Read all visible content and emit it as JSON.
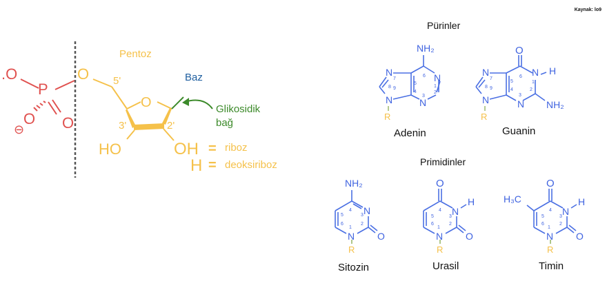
{
  "source": "Kaynak: lo9",
  "nucleotide": {
    "phosphate": {
      "atoms": [
        "O",
        "P",
        "O",
        "O"
      ],
      "charges": [
        "⊖"
      ],
      "left_label": ".O"
    },
    "pentose": {
      "title": "Pentoz",
      "ring_oxygen": "O",
      "linker_oxygen": "O",
      "positions": [
        "5'",
        "3'",
        "2'"
      ],
      "ho_label": "HO",
      "oh_label": "OH",
      "h_label": "H",
      "equals": "=",
      "ribose": "riboz",
      "deoxyribose": "deoksiriboz"
    },
    "base_label": "Baz",
    "glycosidic_bond": {
      "line1": "Glikosidik",
      "line2": "bağ"
    }
  },
  "purines": {
    "title": "Pürinler",
    "molecules": [
      {
        "name": "Adenin",
        "substituent": "NH₂",
        "ring_numbers": [
          "1",
          "2",
          "3",
          "4",
          "5",
          "6",
          "7",
          "8",
          "9"
        ],
        "atoms": [
          "N",
          "N",
          "N",
          "N",
          "N"
        ],
        "r": "R"
      },
      {
        "name": "Guanin",
        "substituent": "O",
        "extra": [
          "H",
          "NH₂"
        ],
        "ring_numbers": [
          "1",
          "2",
          "3",
          "4",
          "5",
          "6",
          "7",
          "8",
          "9"
        ],
        "atoms": [
          "N",
          "N",
          "N",
          "N",
          "N"
        ],
        "r": "R"
      }
    ]
  },
  "pyrimidines": {
    "title": "Primidinler",
    "molecules": [
      {
        "name": "Sitozin",
        "top": "NH₂",
        "right_o": "O",
        "ring_numbers": [
          "1",
          "2",
          "3",
          "4",
          "5",
          "6"
        ],
        "r": "R"
      },
      {
        "name": "Urasil",
        "top": "O",
        "right_o": "O",
        "h": "H",
        "ring_numbers": [
          "1",
          "2",
          "3",
          "4",
          "5",
          "6"
        ],
        "r": "R"
      },
      {
        "name": "Timin",
        "top": "O",
        "right_o": "O",
        "h": "H",
        "methyl": "H₃C",
        "ring_numbers": [
          "1",
          "2",
          "3",
          "4",
          "5",
          "6"
        ],
        "r": "R"
      }
    ]
  },
  "colors": {
    "phosphate": "#e0514f",
    "pentose": "#f5c14a",
    "base": "#1f5fa0",
    "glycosidic": "#3c8a2a",
    "molecule": "#3f63e0",
    "divider": "#555555"
  }
}
